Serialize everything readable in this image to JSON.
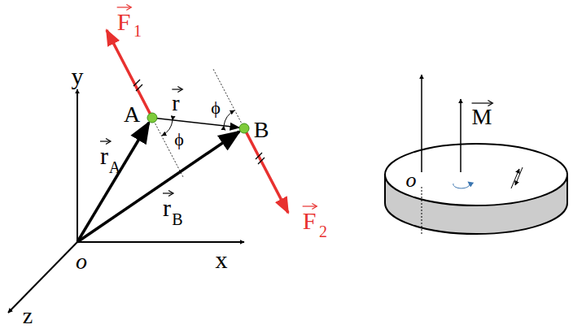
{
  "diagram": {
    "labels": [
      "F",
      "1",
      "y",
      "A",
      "r",
      "B",
      "ϕ",
      "ϕ",
      "r",
      "A",
      "r",
      "B",
      "x",
      "o",
      "z",
      "F",
      "2",
      "M",
      "o"
    ]
  }
}
